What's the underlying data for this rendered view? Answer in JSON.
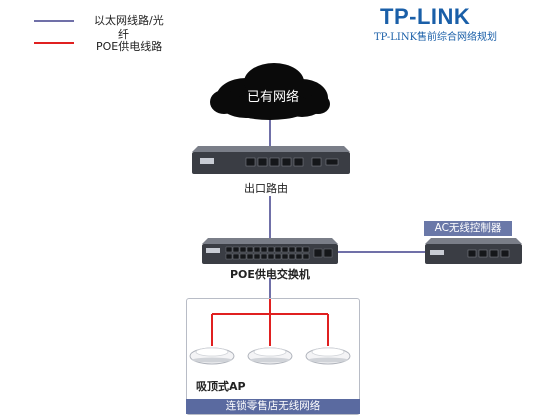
{
  "header": {
    "brand": "TP-LINK",
    "subtitle": "TP-LINK售前综合网络规划"
  },
  "legend": [
    {
      "label_line1": "以太网线路/光",
      "label_line2": "纤",
      "color": "#7070a8"
    },
    {
      "label_line1": "POE供电线路",
      "label_line2": "",
      "color": "#e02020"
    }
  ],
  "nodes": {
    "cloud": {
      "label": "已有网络"
    },
    "router": {
      "label": "出口路由"
    },
    "poe_switch": {
      "label": "POE供电交换机"
    },
    "ac_controller": {
      "label": "AC无线控制器"
    },
    "ap_group": {
      "ap_label": "吸顶式AP",
      "footer": "连锁零售店无线网络"
    }
  },
  "colors": {
    "ethernet": "#7070a8",
    "poe": "#e02020",
    "brand": "#1a5fa8",
    "device_dark": "#3a3d44"
  }
}
